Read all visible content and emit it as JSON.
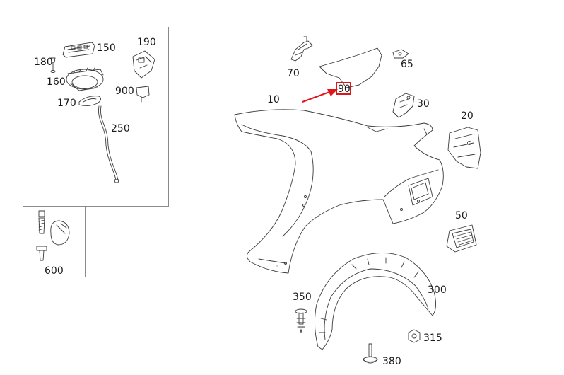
{
  "diagram": {
    "part_labels": {
      "p150": "150",
      "p190": "190",
      "p180": "180",
      "p160": "160",
      "p900": "900",
      "p170": "170",
      "p250": "250",
      "p600": "600",
      "p70": "70",
      "p65": "65",
      "p10": "10",
      "p90": "90",
      "p30": "30",
      "p20": "20",
      "p50": "50",
      "p350": "350",
      "p300": "300",
      "p315": "315",
      "p380": "380"
    },
    "highlighted_part": "90",
    "colors": {
      "line": "#3a3a3a",
      "frame": "#8a8a8a",
      "highlight": "#e0161b",
      "text": "#1a1a1a"
    }
  }
}
